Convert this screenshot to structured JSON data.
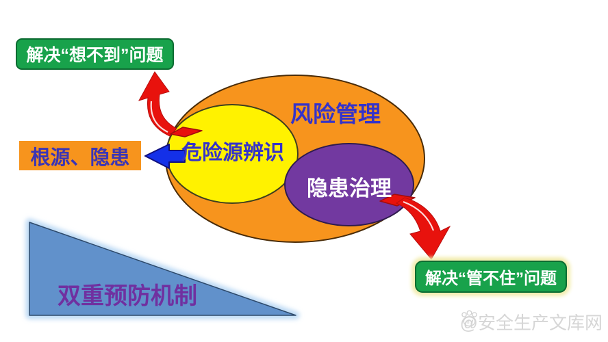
{
  "colors": {
    "orange": "#F7941D",
    "yellow": "#FFF200",
    "purple": "#7239A0",
    "green": "#18A24B",
    "green_border": "#0C6B31",
    "red_arrow": "#E8120D",
    "blue_arrow": "#1430E8",
    "blue_text": "#3533C9",
    "indigo_text": "#3B35B5",
    "triangle_blue": "#6191CB",
    "triangle_text": "#7030A0",
    "watermark_gray": "#D6D6D6"
  },
  "ellipses": {
    "risk": {
      "label": "风险管理"
    },
    "hazard": {
      "label": "危险源辨识"
    },
    "treatment": {
      "label": "隐患治理"
    }
  },
  "callouts": {
    "top_left": {
      "label": "解决“想不到”问题"
    },
    "bottom_right": {
      "label": "解决“管不住”问题"
    }
  },
  "root_box": {
    "label": "根源、隐患"
  },
  "triangle": {
    "label": "双重预防机制"
  },
  "watermark": {
    "icon": "paw-icon",
    "icon_text": "du",
    "text": "@安全生产文库网"
  },
  "arrows": [
    {
      "name": "curved-up-arrow",
      "color": "red"
    },
    {
      "name": "left-block-arrow",
      "color": "blue"
    },
    {
      "name": "curved-down-arrow",
      "color": "red"
    }
  ]
}
